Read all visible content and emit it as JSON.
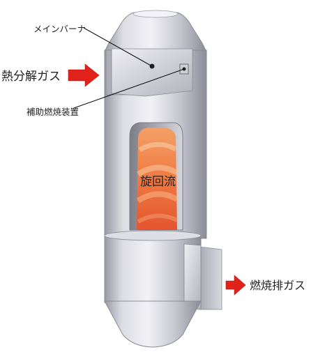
{
  "labels": {
    "main_burner": "メインバーナ",
    "pyrolysis_gas": "熱分解ガス",
    "aux_burner": "補助燃焼装置",
    "swirl_flow": "旋回流",
    "exhaust_gas": "燃焼排ガス"
  },
  "colors": {
    "vessel_light": "#e8e8ee",
    "vessel_mid": "#b9b9c3",
    "vessel_dark": "#8a8a96",
    "flame_outer": "#e0552e",
    "flame_inner": "#f6b27a",
    "arrow_red": "#e0221a",
    "label_text": "#222222"
  },
  "icons": {
    "inlet_arrow": "right-arrow-icon",
    "outlet_arrow": "right-arrow-icon"
  }
}
